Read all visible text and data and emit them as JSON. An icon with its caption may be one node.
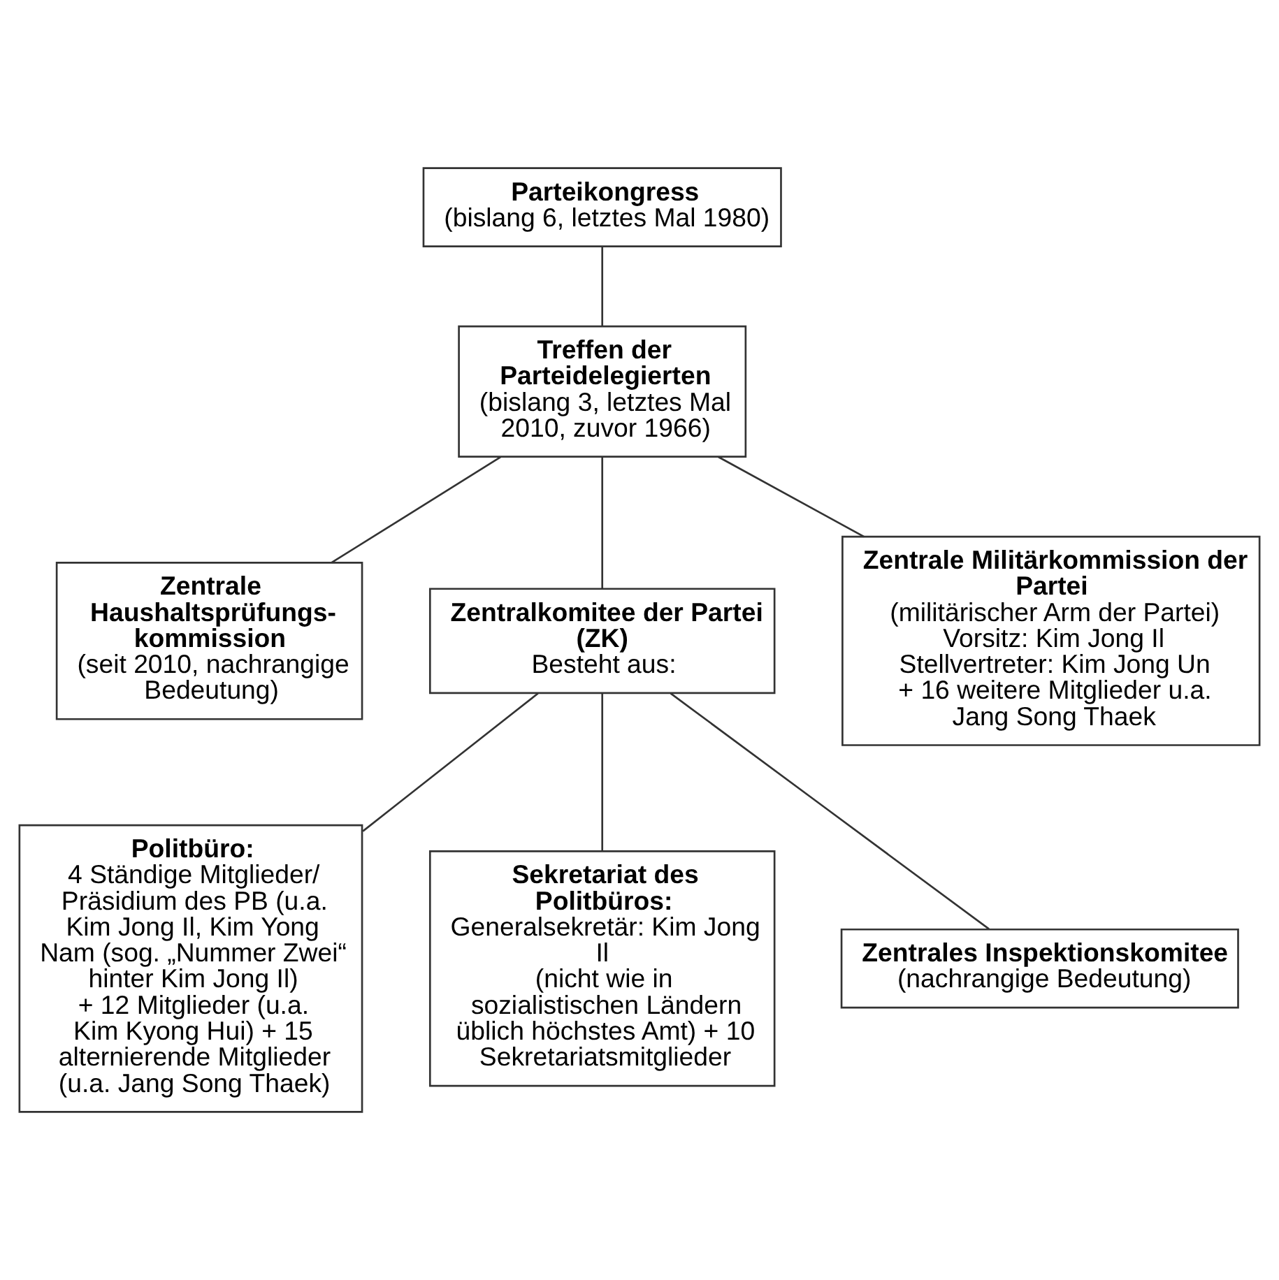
{
  "diagram": {
    "nodes": [
      {
        "text": [
          "Parteikongress",
          "(bislang 6, letztes Mal 1980)"
        ]
      },
      {
        "text": [
          "Treffen der Parteidelegierten",
          "(bislang 3, letztes Mal 2010, zuvor 1966)"
        ]
      },
      {
        "text": [
          "Zentrale Haushaltsprüfungs- kommission",
          "(seit 2010, nachrangige Bedeutung)"
        ]
      },
      {
        "text": [
          "Zentralkomitee der Partei (ZK)",
          "Besteht aus:"
        ]
      },
      {
        "text": [
          "Zentrale Militärkommission der Partei",
          "(militärischer Arm der Partei)",
          "Vorsitz: Kim Jong Il",
          "Stellvertreter: Kim Jong Un",
          "+ 16 weitere Mitglieder u.a. Jang Song Thaek"
        ]
      },
      {
        "text": [
          "Politbüro:",
          "4 Ständige Mitglieder/ Präsidium des PB (u.a. Kim Jong Il, Kim Yong Nam (sog. „Nummer Zwei“ hinter Kim Jong Il)",
          "+ 12 Mitglieder (u.a. Kim Kyong Hui) + 15 alternierende Mitglieder (u.a. Jang Song Thaek)"
        ]
      },
      {
        "text": [
          "Sekretariat des Politbüros:",
          "Generalsekretär: Kim Jong Il",
          "(nicht wie in sozialistischen Ländern üblich höchstes Amt) + 10 Sekretariatsmitglieder"
        ]
      },
      {
        "text": [
          "Zentrales Inspektionskomitee",
          "(nachrangige Bedeutung)"
        ]
      }
    ],
    "edges": [
      {
        "from": 0,
        "to": 1,
        "arrow": "none"
      },
      {
        "from": 1,
        "to": 2,
        "arrow": "none"
      },
      {
        "from": 1,
        "to": 3,
        "arrow": "none"
      },
      {
        "from": 1,
        "to": 4,
        "arrow": "none"
      },
      {
        "from": 3,
        "to": 5,
        "arrow": "none"
      },
      {
        "from": 3,
        "to": 6,
        "arrow": "none"
      },
      {
        "from": 3,
        "to": 7,
        "arrow": "none"
      }
    ]
  }
}
